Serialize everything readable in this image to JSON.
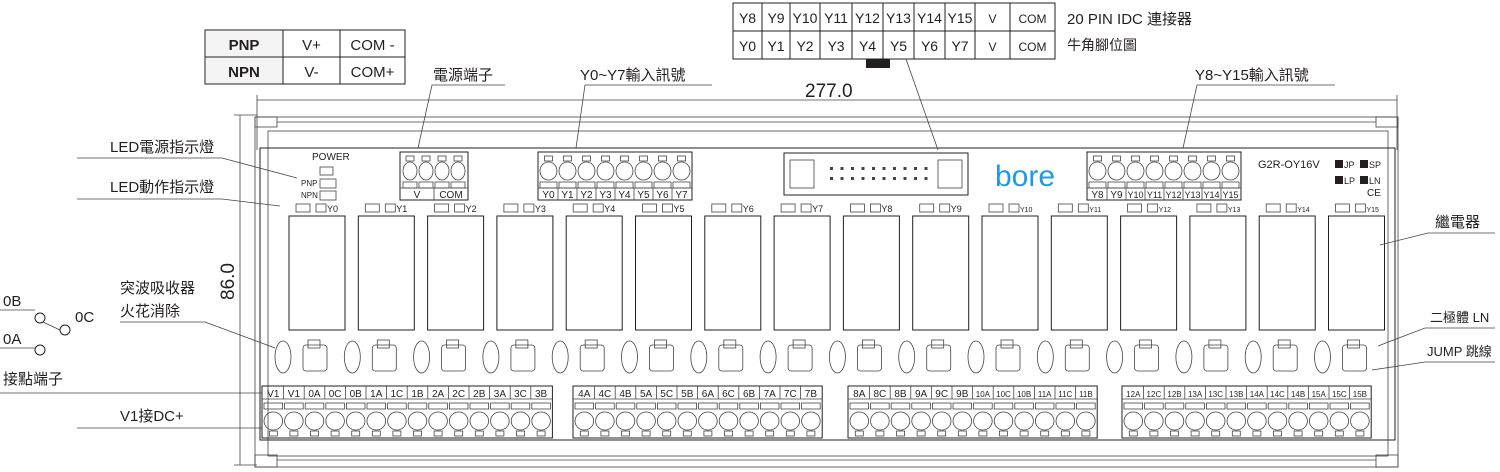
{
  "mode_table": {
    "rows": [
      [
        "PNP",
        "V+",
        "COM -"
      ],
      [
        "NPN",
        "V-",
        "COM+"
      ]
    ]
  },
  "pin_table": {
    "rows": [
      [
        "Y8",
        "Y9",
        "Y10",
        "Y11",
        "Y12",
        "Y13",
        "Y14",
        "Y15",
        "V",
        "COM"
      ],
      [
        "Y0",
        "Y1",
        "Y2",
        "Y3",
        "Y4",
        "Y5",
        "Y6",
        "Y7",
        "V",
        "COM"
      ]
    ],
    "title": "20 PIN IDC 連接器",
    "subtitle": "牛角腳位圖"
  },
  "dimensions": {
    "width": "277.0",
    "height": "86.0"
  },
  "callouts": {
    "power_terminal": "電源端子",
    "y0_y7": "Y0~Y7輸入訊號",
    "y8_y15": "Y8~Y15輸入訊號",
    "led_power": "LED電源指示燈",
    "led_action": "LED動作指示燈",
    "surge_1": "突波吸收器",
    "surge_2": "火花消除",
    "contact_terminal": "接點端子",
    "v1_dc": "V1接DC+",
    "relay": "繼電器",
    "diode": "二極體 LN",
    "jump": "JUMP 跳線",
    "contact_0b": "0B",
    "contact_0c": "0C",
    "contact_0a": "0A"
  },
  "board": {
    "power_label": "POWER",
    "pnp_label": "PNP",
    "npn_label": "NPN",
    "power_terminals": [
      "V",
      "COM"
    ],
    "input_left": [
      "Y0",
      "Y1",
      "Y2",
      "Y3",
      "Y4",
      "Y5",
      "Y6",
      "Y7"
    ],
    "input_right": [
      "Y8",
      "Y9",
      "Y10",
      "Y11",
      "Y12",
      "Y13",
      "Y14",
      "Y15"
    ],
    "brand": "bore",
    "brand_color": "#1e9be0",
    "model": "G2R-OY16V",
    "switches": [
      "JP",
      "SP",
      "LP",
      "LN"
    ],
    "ce": "CE",
    "led_labels": [
      "Y0",
      "Y1",
      "Y2",
      "Y3",
      "Y4",
      "Y5",
      "Y6",
      "Y7",
      "Y8",
      "Y9",
      "Y10",
      "Y11",
      "Y12",
      "Y13",
      "Y14",
      "Y15"
    ],
    "terminal_blocks": [
      [
        "V1",
        "V1",
        "0A",
        "0C",
        "0B",
        "1A",
        "1C",
        "1B",
        "2A",
        "2C",
        "2B",
        "3A",
        "3C",
        "3B"
      ],
      [
        "4A",
        "4C",
        "4B",
        "5A",
        "5C",
        "5B",
        "6A",
        "6C",
        "6B",
        "7A",
        "7C",
        "7B"
      ],
      [
        "8A",
        "8C",
        "8B",
        "9A",
        "9C",
        "9B",
        "10A",
        "10C",
        "10B",
        "11A",
        "11C",
        "11B"
      ],
      [
        "12A",
        "12C",
        "12B",
        "13A",
        "13C",
        "13B",
        "14A",
        "14C",
        "14B",
        "15A",
        "15C",
        "15B"
      ]
    ]
  }
}
